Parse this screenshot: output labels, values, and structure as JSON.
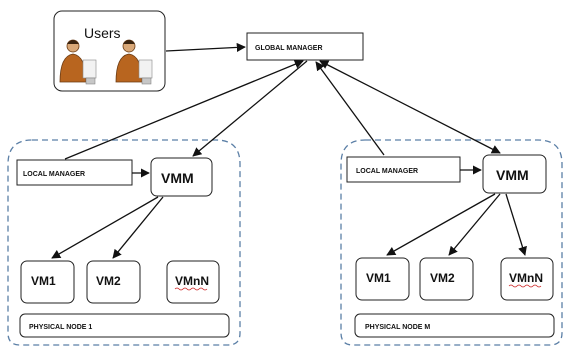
{
  "users": {
    "label": "Users"
  },
  "global_manager": {
    "label": "GLOBAL MANAGER"
  },
  "node1": {
    "local_manager": "LOCAL MANAGER",
    "vmm": "VMM",
    "vms": [
      "VM1",
      "VM2",
      "VMnN"
    ],
    "physical_node": "PHYSICAL NODE 1"
  },
  "nodeM": {
    "local_manager": "LOCAL MANAGER",
    "vmm": "VMM",
    "vms": [
      "VM1",
      "VM2",
      "VMnN"
    ],
    "physical_node": "PHYSICAL NODE M"
  },
  "colors": {
    "cluster_border": "#5b7fa6",
    "stroke": "#222222",
    "person_suit": "#b8651f"
  }
}
